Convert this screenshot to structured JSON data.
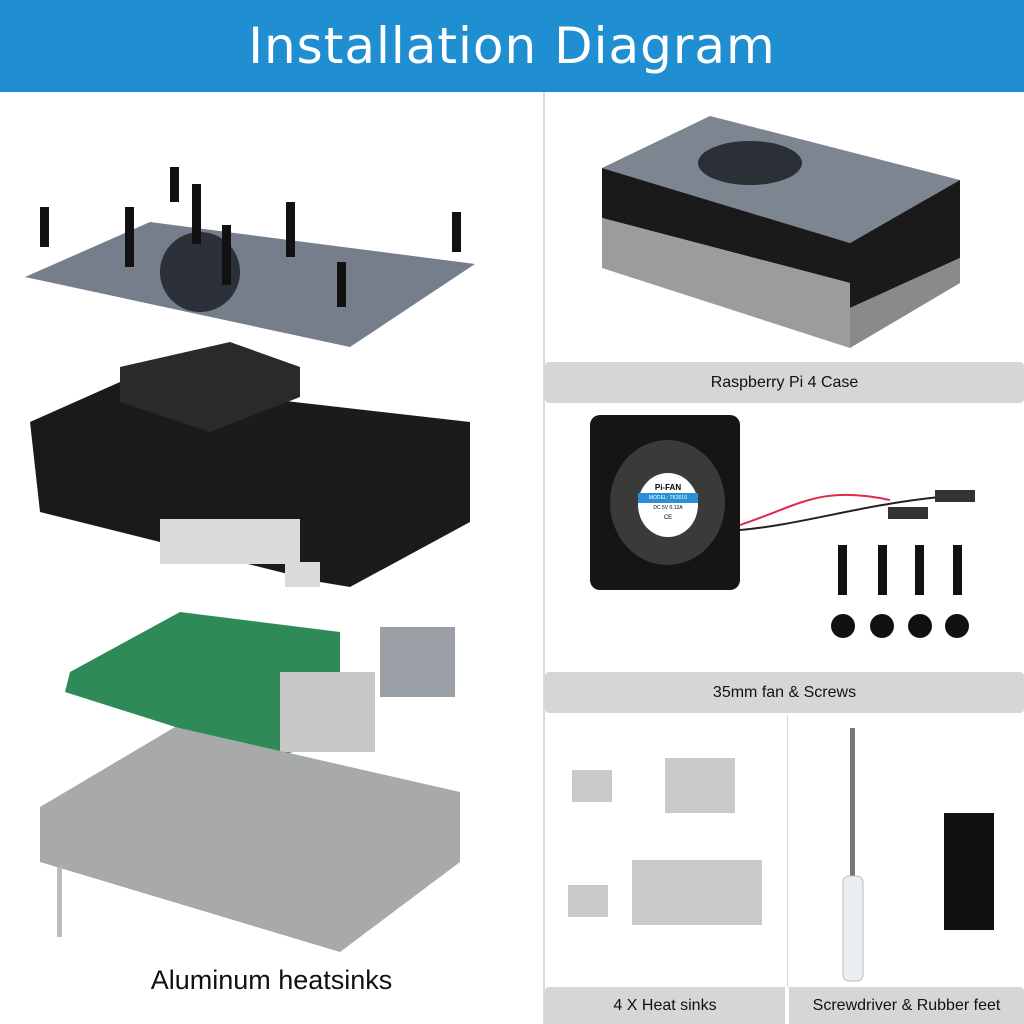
{
  "header": {
    "title": "Installation Diagram"
  },
  "left": {
    "caption": "Aluminum heatsinks"
  },
  "panels": {
    "case_label": "Raspberry Pi 4 Case",
    "fan_label": "35mm fan & Screws",
    "heatsinks_label": "4 X Heat sinks",
    "screwdriver_label": "Screwdriver & Rubber feet"
  },
  "fan_sticker": {
    "brand": "Pi-FAN",
    "model": "MODEL: TK3010",
    "rating": "DC 5V 0.12A",
    "mark": "CE"
  },
  "colors": {
    "header": "#1f8fd1",
    "label_bar": "#d6d6d6"
  }
}
